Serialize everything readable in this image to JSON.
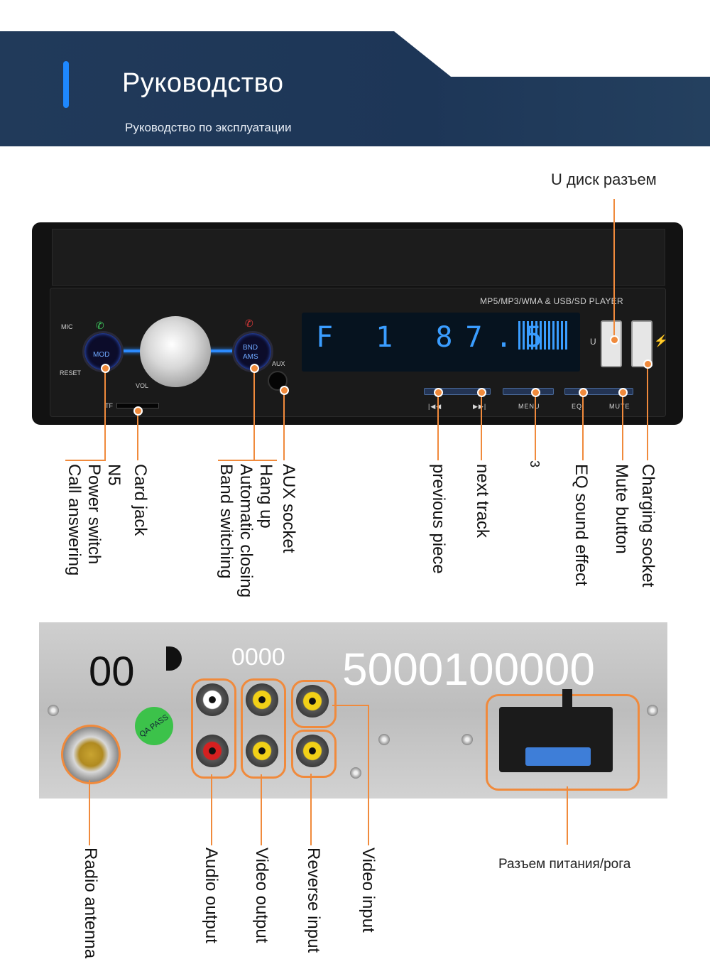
{
  "header": {
    "title": "Руководство",
    "subtitle": "Руководство по эксплуатации"
  },
  "colors": {
    "banner": "#1d3657",
    "accent": "#1e88ff",
    "callout": "#f08a3c"
  },
  "front_panel": {
    "usb_label": "U диск разъем",
    "player_text": "MP5/MP3/WMA & USB/SD PLAYER",
    "mic": "MIC",
    "reset": "RESET",
    "vol": "VOL",
    "aux": "AUX",
    "mod": "MOD",
    "bnd": "BND",
    "ams": "AMS",
    "tf": "TF",
    "u": "U",
    "display": "F 1  87.5",
    "keys": [
      "|◀◀",
      "▶▶|",
      "MENU",
      "EQ",
      "MUTE"
    ],
    "labels": {
      "call_answering": "Call answering",
      "power_switch": "Power switch",
      "n5": "N5",
      "card_jack": "Card jack",
      "band_switching": "Band switching",
      "automatic_closing": "Automatic closing",
      "hang_up": "Hang up",
      "aux_socket": "AUX socket",
      "previous_piece": "previous piece",
      "next_track": "next track",
      "menu_num": "3",
      "eq_sound_effect": "EQ sound effect",
      "mute_button": "Mute button",
      "charging_socket": "Charging socket"
    }
  },
  "rear_panel": {
    "big_number": "00",
    "mid_number": "0000",
    "long_number": "5000100000",
    "qa_sticker": "QA PASS",
    "power_label": "Разъем питания/рога",
    "labels": {
      "radio_antenna": "Radio antenna",
      "audio_output": "Audio output",
      "video_output": "Video output",
      "reverse_input": "Reverse input",
      "video_input": "Video input"
    }
  }
}
